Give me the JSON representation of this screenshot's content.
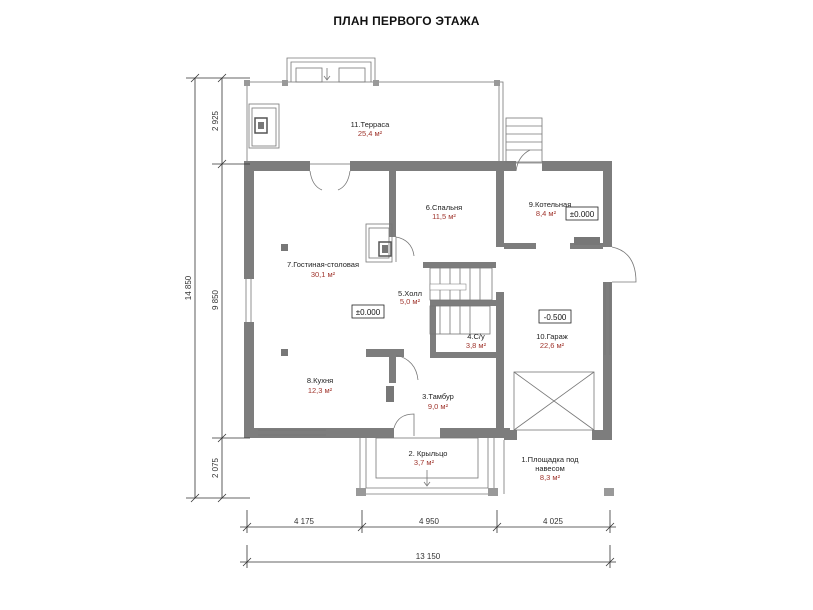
{
  "title": "ПЛАН ПЕРВОГО ЭТАЖА",
  "rooms": [
    {
      "name": "11.Терраса",
      "area": "25,4 м²"
    },
    {
      "name": "6.Спальня",
      "area": "11,5 м²"
    },
    {
      "name": "9.Котельная",
      "area": "8,4 м²"
    },
    {
      "name": "7.Гостиная-столовая",
      "area": "30,1 м²"
    },
    {
      "name": "5.Холл",
      "area": "5,0 м²"
    },
    {
      "name": "4.С/у",
      "area": "3,8 м²"
    },
    {
      "name": "10.Гараж",
      "area": "22,6 м²"
    },
    {
      "name": "8.Кухня",
      "area": "12,3 м²"
    },
    {
      "name": "3.Тамбур",
      "area": "9,0 м²"
    },
    {
      "name": "2. Крыльцо",
      "area": "3,7 м²"
    },
    {
      "name_line1": "1.Площадка под",
      "name_line2": "навесом",
      "area": "8,3 м²"
    }
  ],
  "levels": [
    "±0.000",
    "±0.000",
    "-0.500"
  ],
  "dimensions": {
    "vertical_total": "14 850",
    "vertical_parts": [
      "2 925",
      "9 850",
      "2 075"
    ],
    "horizontal_parts": [
      "4 175",
      "4 950",
      "4 025"
    ],
    "horizontal_total": "13 150"
  },
  "colors": {
    "walls": "#7d7d7d",
    "area_text": "#a0362e"
  }
}
